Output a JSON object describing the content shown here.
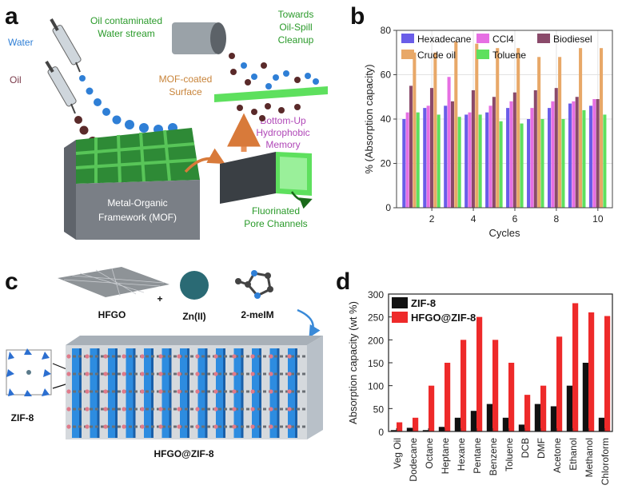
{
  "panels": {
    "a": {
      "letter": "a",
      "labels": {
        "water": "Water",
        "oil": "Oil",
        "stream": [
          "Oil contaminated",
          "Water stream"
        ],
        "towards": [
          "Towards",
          "Oil-Spill",
          "Cleanup"
        ],
        "surface": [
          "MOF-coated",
          "Surface"
        ],
        "memory": [
          "Bottom-Up",
          "Hydrophobic",
          "Memory"
        ],
        "mof": [
          "Metal-Organic",
          "Framework (MOF)"
        ],
        "pore": [
          "Fluorinated",
          "Pore Channels"
        ]
      },
      "colors": {
        "green": "#3cb44b",
        "purple": "#b05bc0",
        "orange": "#c8843a",
        "water": "#2f7fd6",
        "oil": "#5a2a2a"
      }
    },
    "c": {
      "letter": "c",
      "labels": {
        "hfgo": "HFGO",
        "zn": "Zn(II)",
        "melm": "2-meIM",
        "zif8": "ZIF-8",
        "hybrid": "HFGO@ZIF-8",
        "plus": "+"
      }
    }
  },
  "chart_data": [
    {
      "panel": "b",
      "type": "bar",
      "xlabel": "Cycles",
      "ylabel": "% (Absorption capacity)",
      "ylim": [
        0,
        80
      ],
      "yticks": [
        0,
        20,
        40,
        60,
        80
      ],
      "xticks": [
        2,
        4,
        6,
        8,
        10
      ],
      "x": [
        1,
        2,
        3,
        4,
        5,
        6,
        7,
        8,
        9,
        10
      ],
      "grid": true,
      "legend_position": "top",
      "series": [
        {
          "name": "Hexadecane",
          "color": "#6a5de8",
          "values": [
            40,
            45,
            46,
            42,
            43,
            45,
            40,
            45,
            47,
            46
          ]
        },
        {
          "name": "CCl4",
          "color": "#e66fe3",
          "values": [
            43,
            46,
            59,
            43,
            46,
            48,
            45,
            48,
            48,
            49
          ]
        },
        {
          "name": "Biodiesel",
          "color": "#8a4a6a",
          "values": [
            55,
            54,
            48,
            53,
            50,
            52,
            53,
            54,
            50,
            49
          ]
        },
        {
          "name": "Crude oil",
          "color": "#e8a868",
          "values": [
            70,
            70,
            75,
            74,
            72,
            72,
            68,
            68,
            72,
            72
          ]
        },
        {
          "name": "Toluene",
          "color": "#5ee05e",
          "values": [
            43,
            42,
            41,
            42,
            39,
            38,
            40,
            40,
            44,
            42
          ]
        }
      ]
    },
    {
      "panel": "d",
      "type": "bar",
      "xlabel": "",
      "ylabel": "Absorption capacity (wt %)",
      "ylim": [
        0,
        300
      ],
      "yticks": [
        0,
        50,
        100,
        150,
        200,
        250,
        300
      ],
      "categories": [
        "Veg Oil",
        "Dodecane",
        "Octane",
        "Heptane",
        "Hexane",
        "Pentane",
        "Benzene",
        "Toluene",
        "DCB",
        "DMF",
        "Acetone",
        "Ethanol",
        "Methanol",
        "Chloroform"
      ],
      "grid": false,
      "legend_position": "top-left",
      "series": [
        {
          "name": "ZIF-8",
          "color": "#111111",
          "values": [
            3,
            8,
            3,
            10,
            30,
            45,
            60,
            30,
            15,
            60,
            55,
            100,
            150,
            30
          ]
        },
        {
          "name": "HFGO@ZIF-8",
          "color": "#ee2a2a",
          "values": [
            20,
            30,
            100,
            150,
            200,
            250,
            200,
            150,
            80,
            100,
            207,
            280,
            260,
            252
          ]
        }
      ]
    }
  ]
}
